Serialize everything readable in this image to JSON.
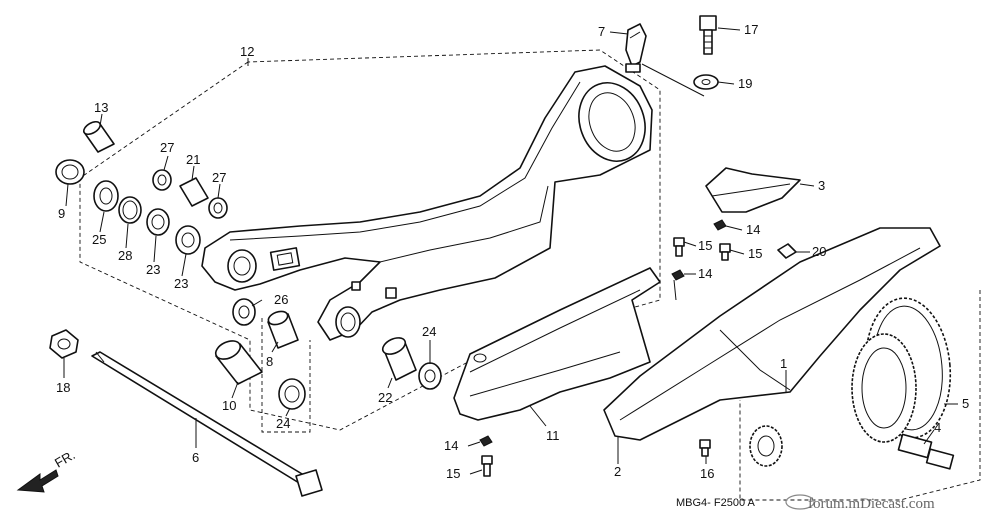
{
  "diagram": {
    "code": "MBG4- F2500 A",
    "watermark": "forum.mDiecast.com",
    "front_marker": "FR.",
    "callouts": [
      "1",
      "2",
      "3",
      "4",
      "5",
      "6",
      "7",
      "8",
      "9",
      "10",
      "11",
      "12",
      "13",
      "14",
      "14",
      "14",
      "15",
      "15",
      "15",
      "16",
      "17",
      "18",
      "19",
      "20",
      "21",
      "22",
      "23",
      "23",
      "24",
      "24",
      "25",
      "26",
      "27",
      "27",
      "28"
    ]
  },
  "colors": {
    "ink": "#111111",
    "paper": "#ffffff",
    "watermark": "#666666"
  }
}
